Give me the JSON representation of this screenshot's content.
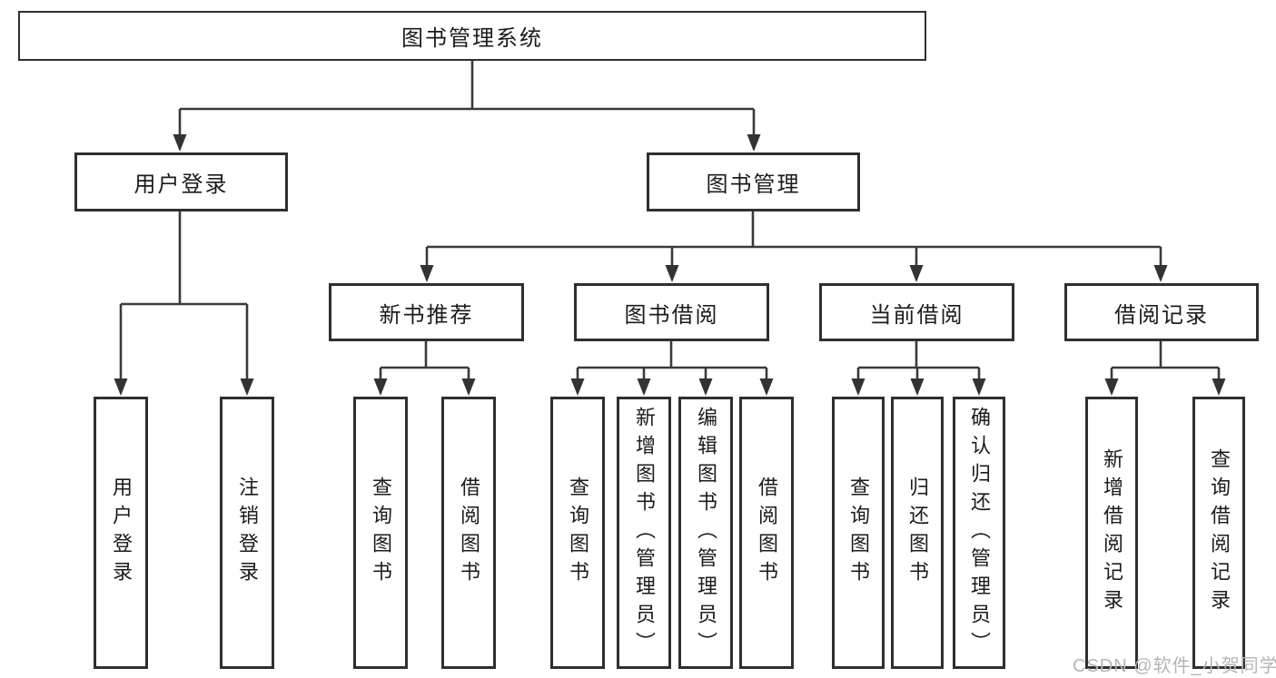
{
  "diagram": {
    "type": "hierarchy-tree",
    "orientation": "top-down",
    "tree": {
      "root": {
        "label": "图书管理系统"
      },
      "level2": [
        {
          "label": "用户登录"
        },
        {
          "label": "图书管理"
        }
      ],
      "level3": [
        {
          "label": "新书推荐"
        },
        {
          "label": "图书借阅"
        },
        {
          "label": "当前借阅"
        },
        {
          "label": "借阅记录"
        }
      ],
      "leaves": {
        "user_login": [
          "用户登录",
          "注销登录"
        ],
        "new_books": [
          "查询图书",
          "借阅图书"
        ],
        "book_borrow": [
          "查询图书",
          "新增图书（管理员）",
          "编辑图书（管理员）",
          "借阅图书"
        ],
        "current_borrow": [
          "查询图书",
          "归还图书",
          "确认归还（管理员）"
        ],
        "borrow_records": [
          "新增借阅记录",
          "查询借阅记录"
        ]
      }
    },
    "colors": {
      "background": "#ffffff",
      "line": "#3a3a3a",
      "box_border": "#2f2f2f",
      "text": "#1b1b1b",
      "watermark": "#b5b5b5"
    }
  },
  "watermark": {
    "text": "CSDN @软件_小贺同学"
  }
}
